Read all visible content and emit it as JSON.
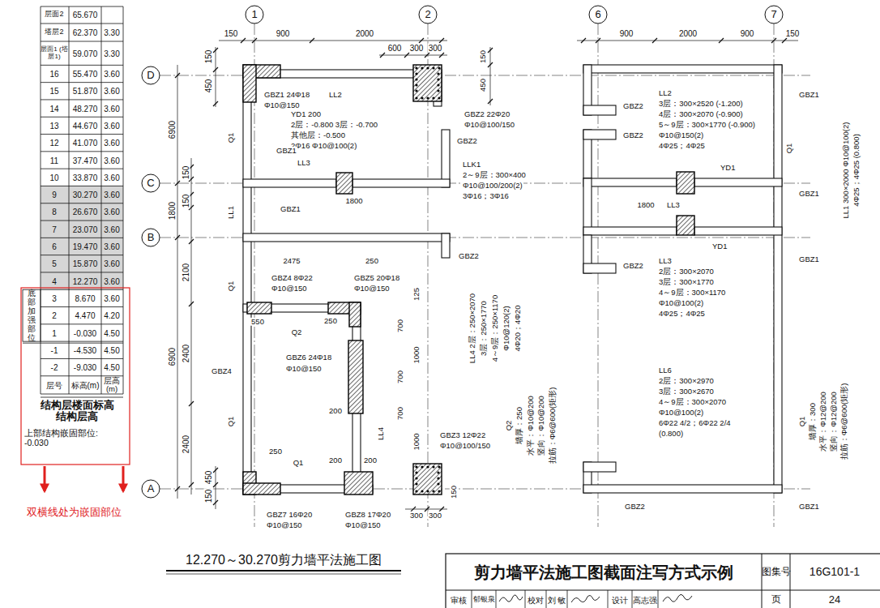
{
  "diagram": {
    "title": "12.270～30.270剪力墙平法施工图",
    "labels": [
      "层面2",
      "65.670",
      "塔层2",
      "62.370",
      "3.30",
      "层面1 (塔层1)",
      "59.070",
      "3.30",
      "16",
      "55.470",
      "3.60",
      "15",
      "51.870",
      "3.60",
      "14",
      "48.270",
      "3.60",
      "13",
      "44.670",
      "3.60",
      "12",
      "41.070",
      "3.60",
      "11",
      "37.470",
      "3.60",
      "10",
      "33.870",
      "3.60",
      "9",
      "30.270",
      "3.60",
      "8",
      "26.670",
      "3.60",
      "7",
      "23.070",
      "3.60",
      "6",
      "19.470",
      "3.60",
      "5",
      "15.870",
      "3.60",
      "4",
      "12.270",
      "3.60",
      "3",
      "8.670",
      "3.60",
      "2",
      "4.470",
      "4.20",
      "1",
      "-0.030",
      "4.50",
      "-1",
      "-4.530",
      "4.50",
      "-2",
      "-9.030",
      "4.50",
      "层号",
      "标高(m)",
      "层高(m)",
      "结构层楼面标高 结构层高",
      "上部结构嵌固部位: -0.030",
      "底部加强部位",
      "双横线处为嵌固部位",
      "1",
      "2",
      "6",
      "7",
      "D",
      "C",
      "B",
      "A",
      "150",
      "900",
      "2000",
      "600",
      "300",
      "300",
      "900",
      "2000",
      "900",
      "150",
      "150",
      "450",
      "6900",
      "150",
      "1800",
      "150",
      "2100",
      "6900",
      "2400",
      "2400",
      "450",
      "150",
      "GBZ1 24Φ18",
      "Φ10@150",
      "LL2",
      "YD1 200",
      "2层：-0.800 3层：-0.700",
      "其他层：-0.500",
      "2Φ16 Φ10@100(2)",
      "GBZ2 22Φ20",
      "Φ10@100/150",
      "Q1",
      "GBZ1",
      "GBZ2",
      "LLK1",
      "2～9层：300×400",
      "Φ10@100/200(2)",
      "3Φ16；3Φ16",
      "LL3",
      "1800",
      "LL1",
      "GBZ1",
      "GBZ2",
      "2475",
      "250",
      "Q1",
      "GBZ4 8Φ22",
      "Φ10@150",
      "GBZ5 20Φ18",
      "Φ10@150",
      "125",
      "550",
      "250",
      "Q2",
      "700",
      "1000",
      "GBZ6 24Φ18",
      "Φ10@150",
      "GBZ4",
      "700",
      "200",
      "700",
      "LL4",
      "Q1",
      "1000",
      "GBZ3 12Φ22",
      "Φ10@100/150",
      "250",
      "Q1",
      "200",
      "200",
      "150",
      "300",
      "300",
      "GBZ7 16Φ20",
      "Φ10@150",
      "GBZ8 17Φ20",
      "Φ10@150",
      "LL4 2层：250×2070",
      "3层：250×1770",
      "4～9层：250×1170",
      "Φ10@120(2)",
      "4Φ20；4Φ20",
      "Q2",
      "墙厚：250",
      "水平：Φ10@200",
      "竖向：Φ10@200",
      "拉筋：Φ6@600(矩形)",
      "GBZ2",
      "LL2",
      "3层：300×2520 (-1.200)",
      "4层：300×2070 (-0.900)",
      "5～9层：300×1770 (-0.900)",
      "Φ10@150(2)",
      "4Φ25；4Φ25",
      "GBZ1",
      "GBZ2",
      "Q1",
      "YD1",
      "GBZ1",
      "1800",
      "LL3",
      "YD1",
      "GBZ2",
      "GBZ1",
      "LL3",
      "2层：300×2070",
      "3层：300×1770",
      "4～9层：300×1170",
      "Φ10@100(2)",
      "4Φ25；4Φ25",
      "LL6",
      "2层：300×2970",
      "3层：300×2670",
      "4～9层：300×2070",
      "Φ10@100(2)",
      "6Φ22 4/2；6Φ22 2/4",
      "(0.800)",
      "LL1 300×2000 Φ10@100(2)",
      "4Φ25；4Φ25 (0.800)",
      "Q1",
      "墙厚：300",
      "水平：Φ12@200",
      "竖向：Φ12@200",
      "拉筋：Φ6@600(矩形)",
      "GBZ2",
      "GBZ1",
      "150",
      "450",
      "剪力墙平法施工图截面注写方式示例",
      "图集号",
      "16G101-1",
      "审核",
      "郁银泉",
      "校对",
      "刘 敏",
      "设计",
      "高志强",
      "页",
      "24"
    ]
  }
}
